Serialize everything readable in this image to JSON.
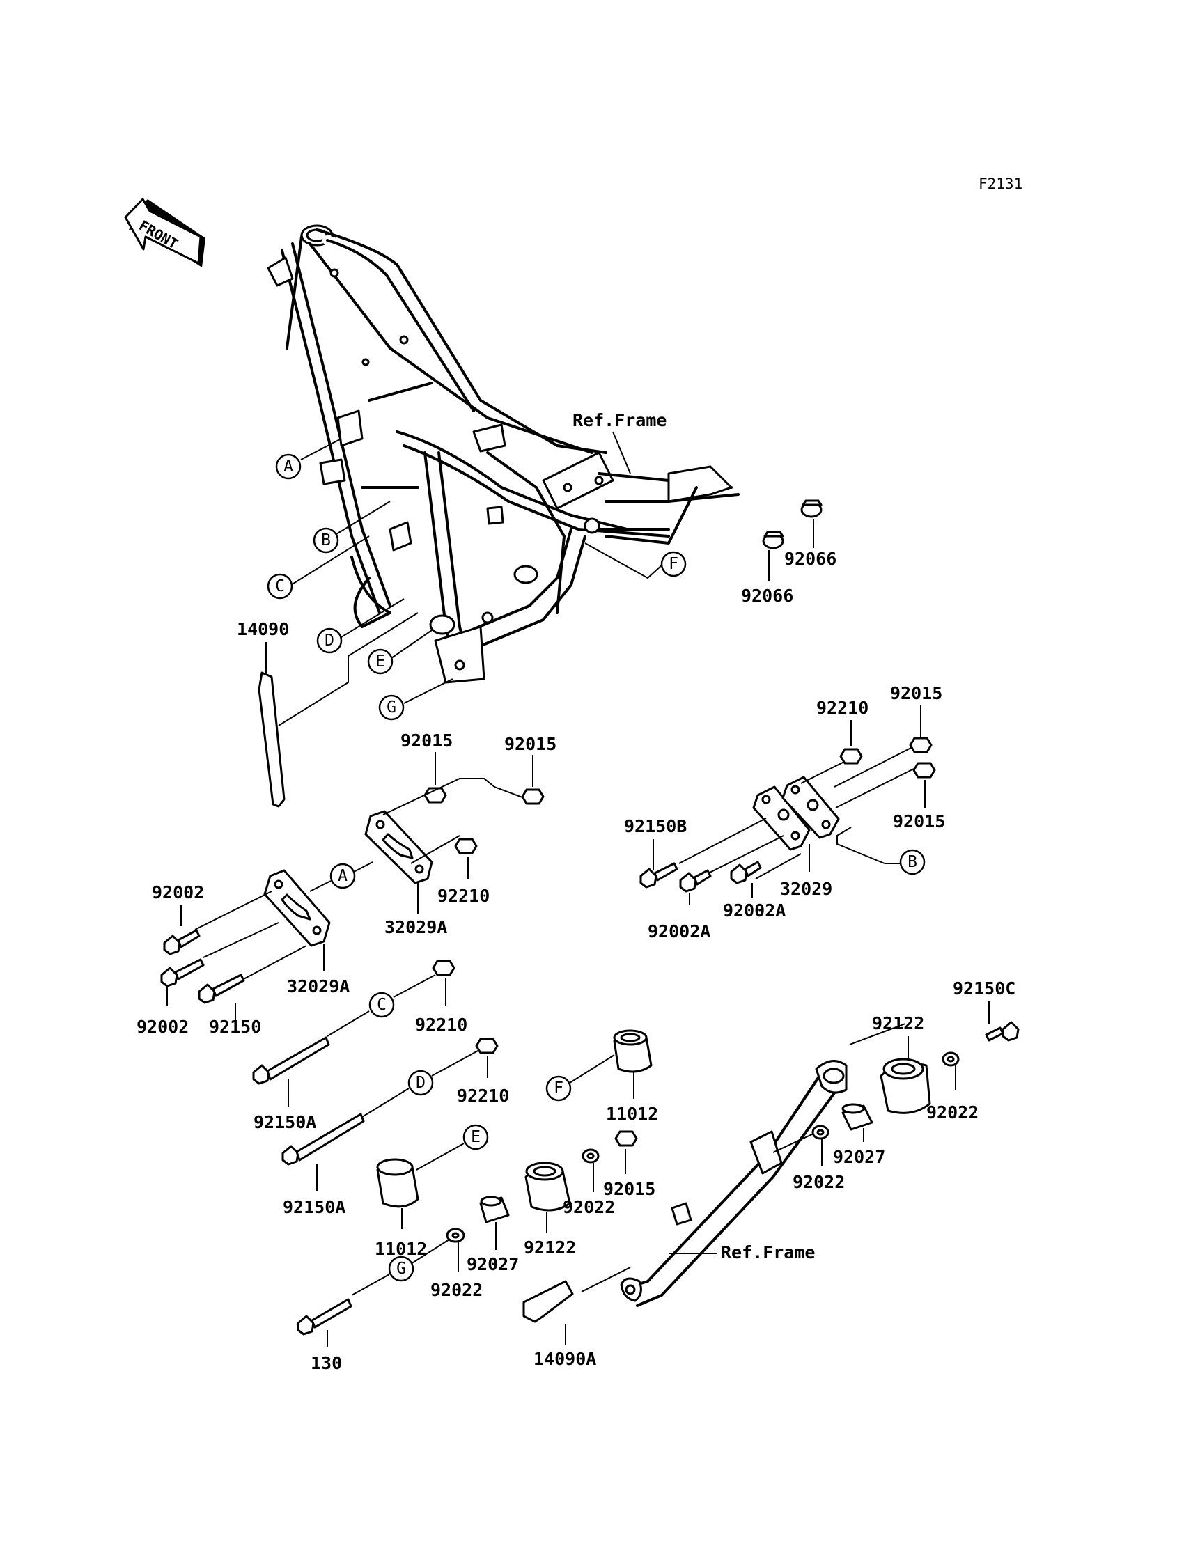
{
  "diagram": {
    "code": "F2131",
    "front_label": "FRONT",
    "ref_frame_top": "Ref.Frame",
    "ref_frame_bottom": "Ref.Frame",
    "callouts": {
      "A": "A",
      "B": "B",
      "C": "C",
      "D": "D",
      "E": "E",
      "F": "F",
      "G": "G"
    },
    "parts": {
      "p14090": "14090",
      "p92066a": "92066",
      "p92066b": "92066",
      "p92015_mid1": "92015",
      "p92015_mid2": "92015",
      "p92210_mid": "92210",
      "p32029A_mid": "32029A",
      "p92002_top": "92002",
      "p32029A_left": "32029A",
      "p92002_bottom": "92002",
      "p92150": "92150",
      "p92210_r": "92210",
      "p92015_r1": "92015",
      "p92015_r2": "92015",
      "p92150B": "92150B",
      "p32029": "32029",
      "p92002A_1": "92002A",
      "p92002A_2": "92002A",
      "p92210_c": "92210",
      "p92150A_1": "92150A",
      "p92210_d": "92210",
      "p92150A_2": "92150A",
      "p11012_l": "11012",
      "p92027_l": "92027",
      "p92022_l": "92022",
      "p130": "130",
      "p11012_f": "11012",
      "p92122_l": "92122",
      "p92022_m": "92022",
      "p92015_m": "92015",
      "p14090A": "14090A",
      "p92150C": "92150C",
      "p92122_r": "92122",
      "p92022_r": "92022",
      "p92027_r": "92027",
      "p92022_r2": "92022"
    }
  }
}
